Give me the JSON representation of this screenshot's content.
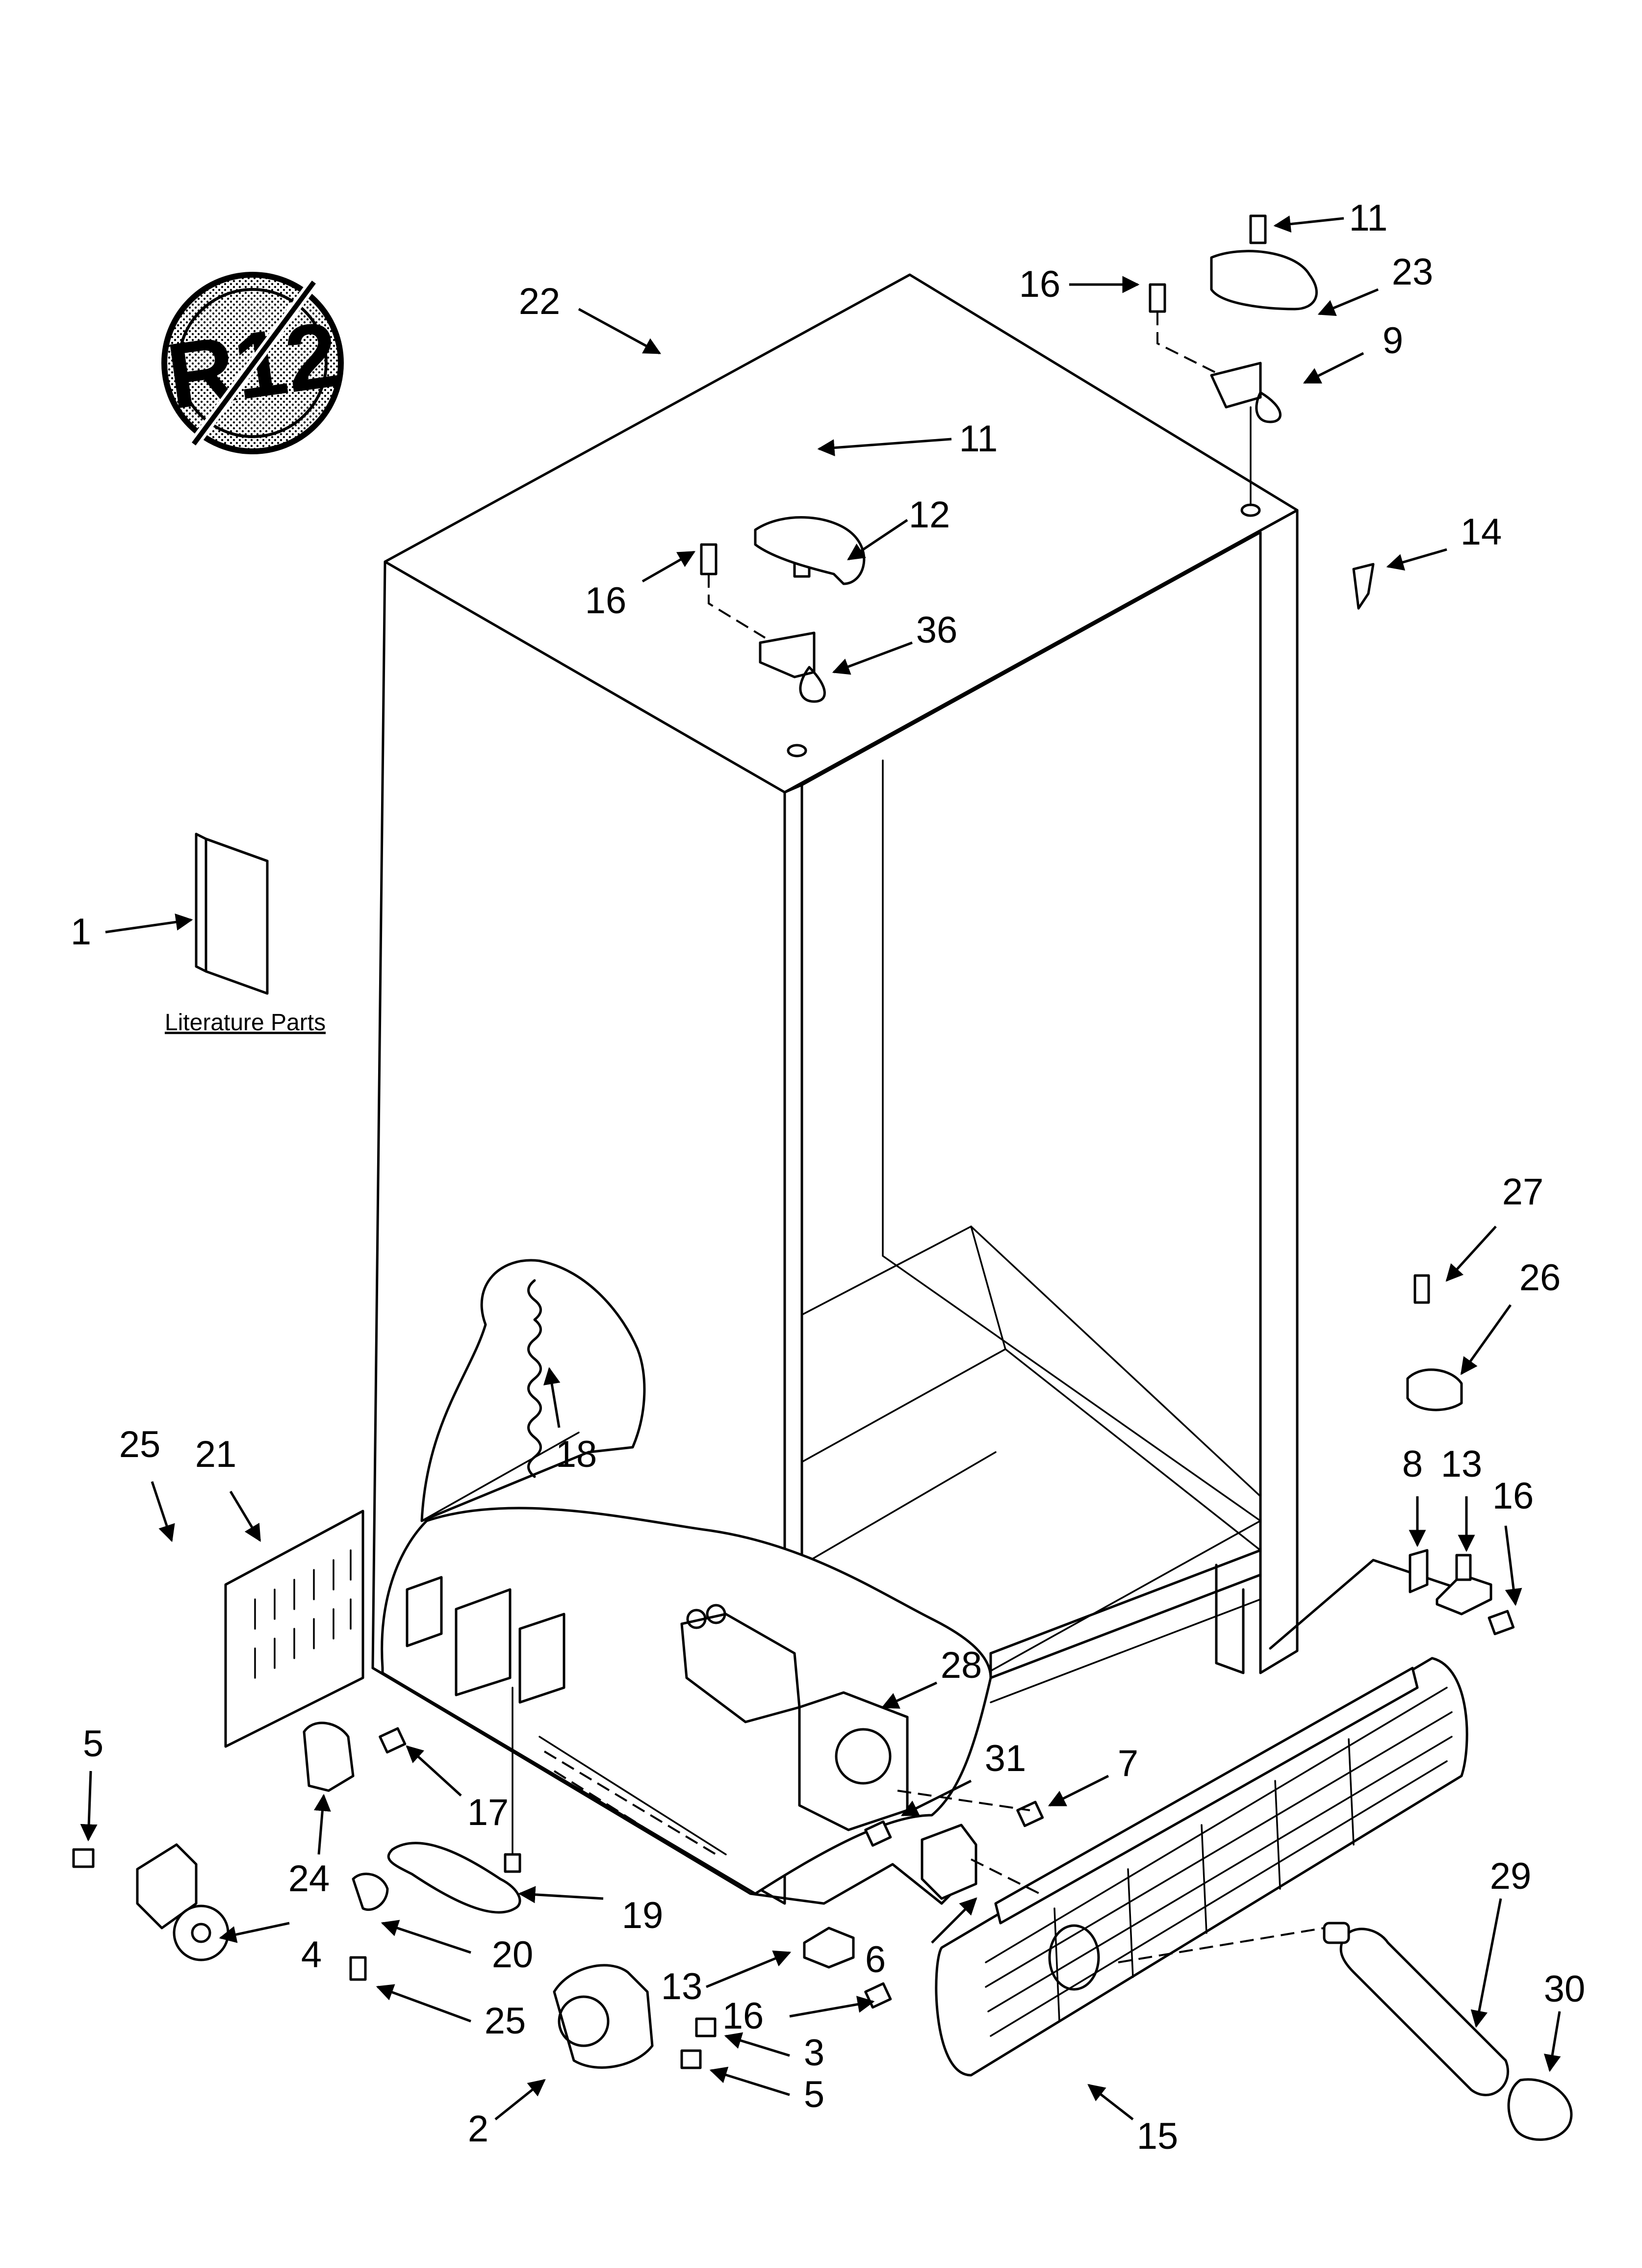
{
  "symbol": {
    "text": "R12"
  },
  "literature": {
    "caption": "Literature Parts"
  },
  "callouts": {
    "c1": "1",
    "c2": "2",
    "c3": "3",
    "c4": "4",
    "c5a": "5",
    "c5b": "5",
    "c6": "6",
    "c7": "7",
    "c8": "8",
    "c9": "9",
    "c11a": "11",
    "c11b": "11",
    "c12": "12",
    "c13a": "13",
    "c13b": "13",
    "c14": "14",
    "c15": "15",
    "c16a": "16",
    "c16b": "16",
    "c16c": "16",
    "c16d": "16",
    "c17": "17",
    "c18": "18",
    "c19": "19",
    "c20": "20",
    "c21": "21",
    "c22": "22",
    "c23": "23",
    "c24": "24",
    "c25a": "25",
    "c25b": "25",
    "c26": "26",
    "c27": "27",
    "c28": "28",
    "c29": "29",
    "c30": "30",
    "c31": "31",
    "c36": "36"
  }
}
